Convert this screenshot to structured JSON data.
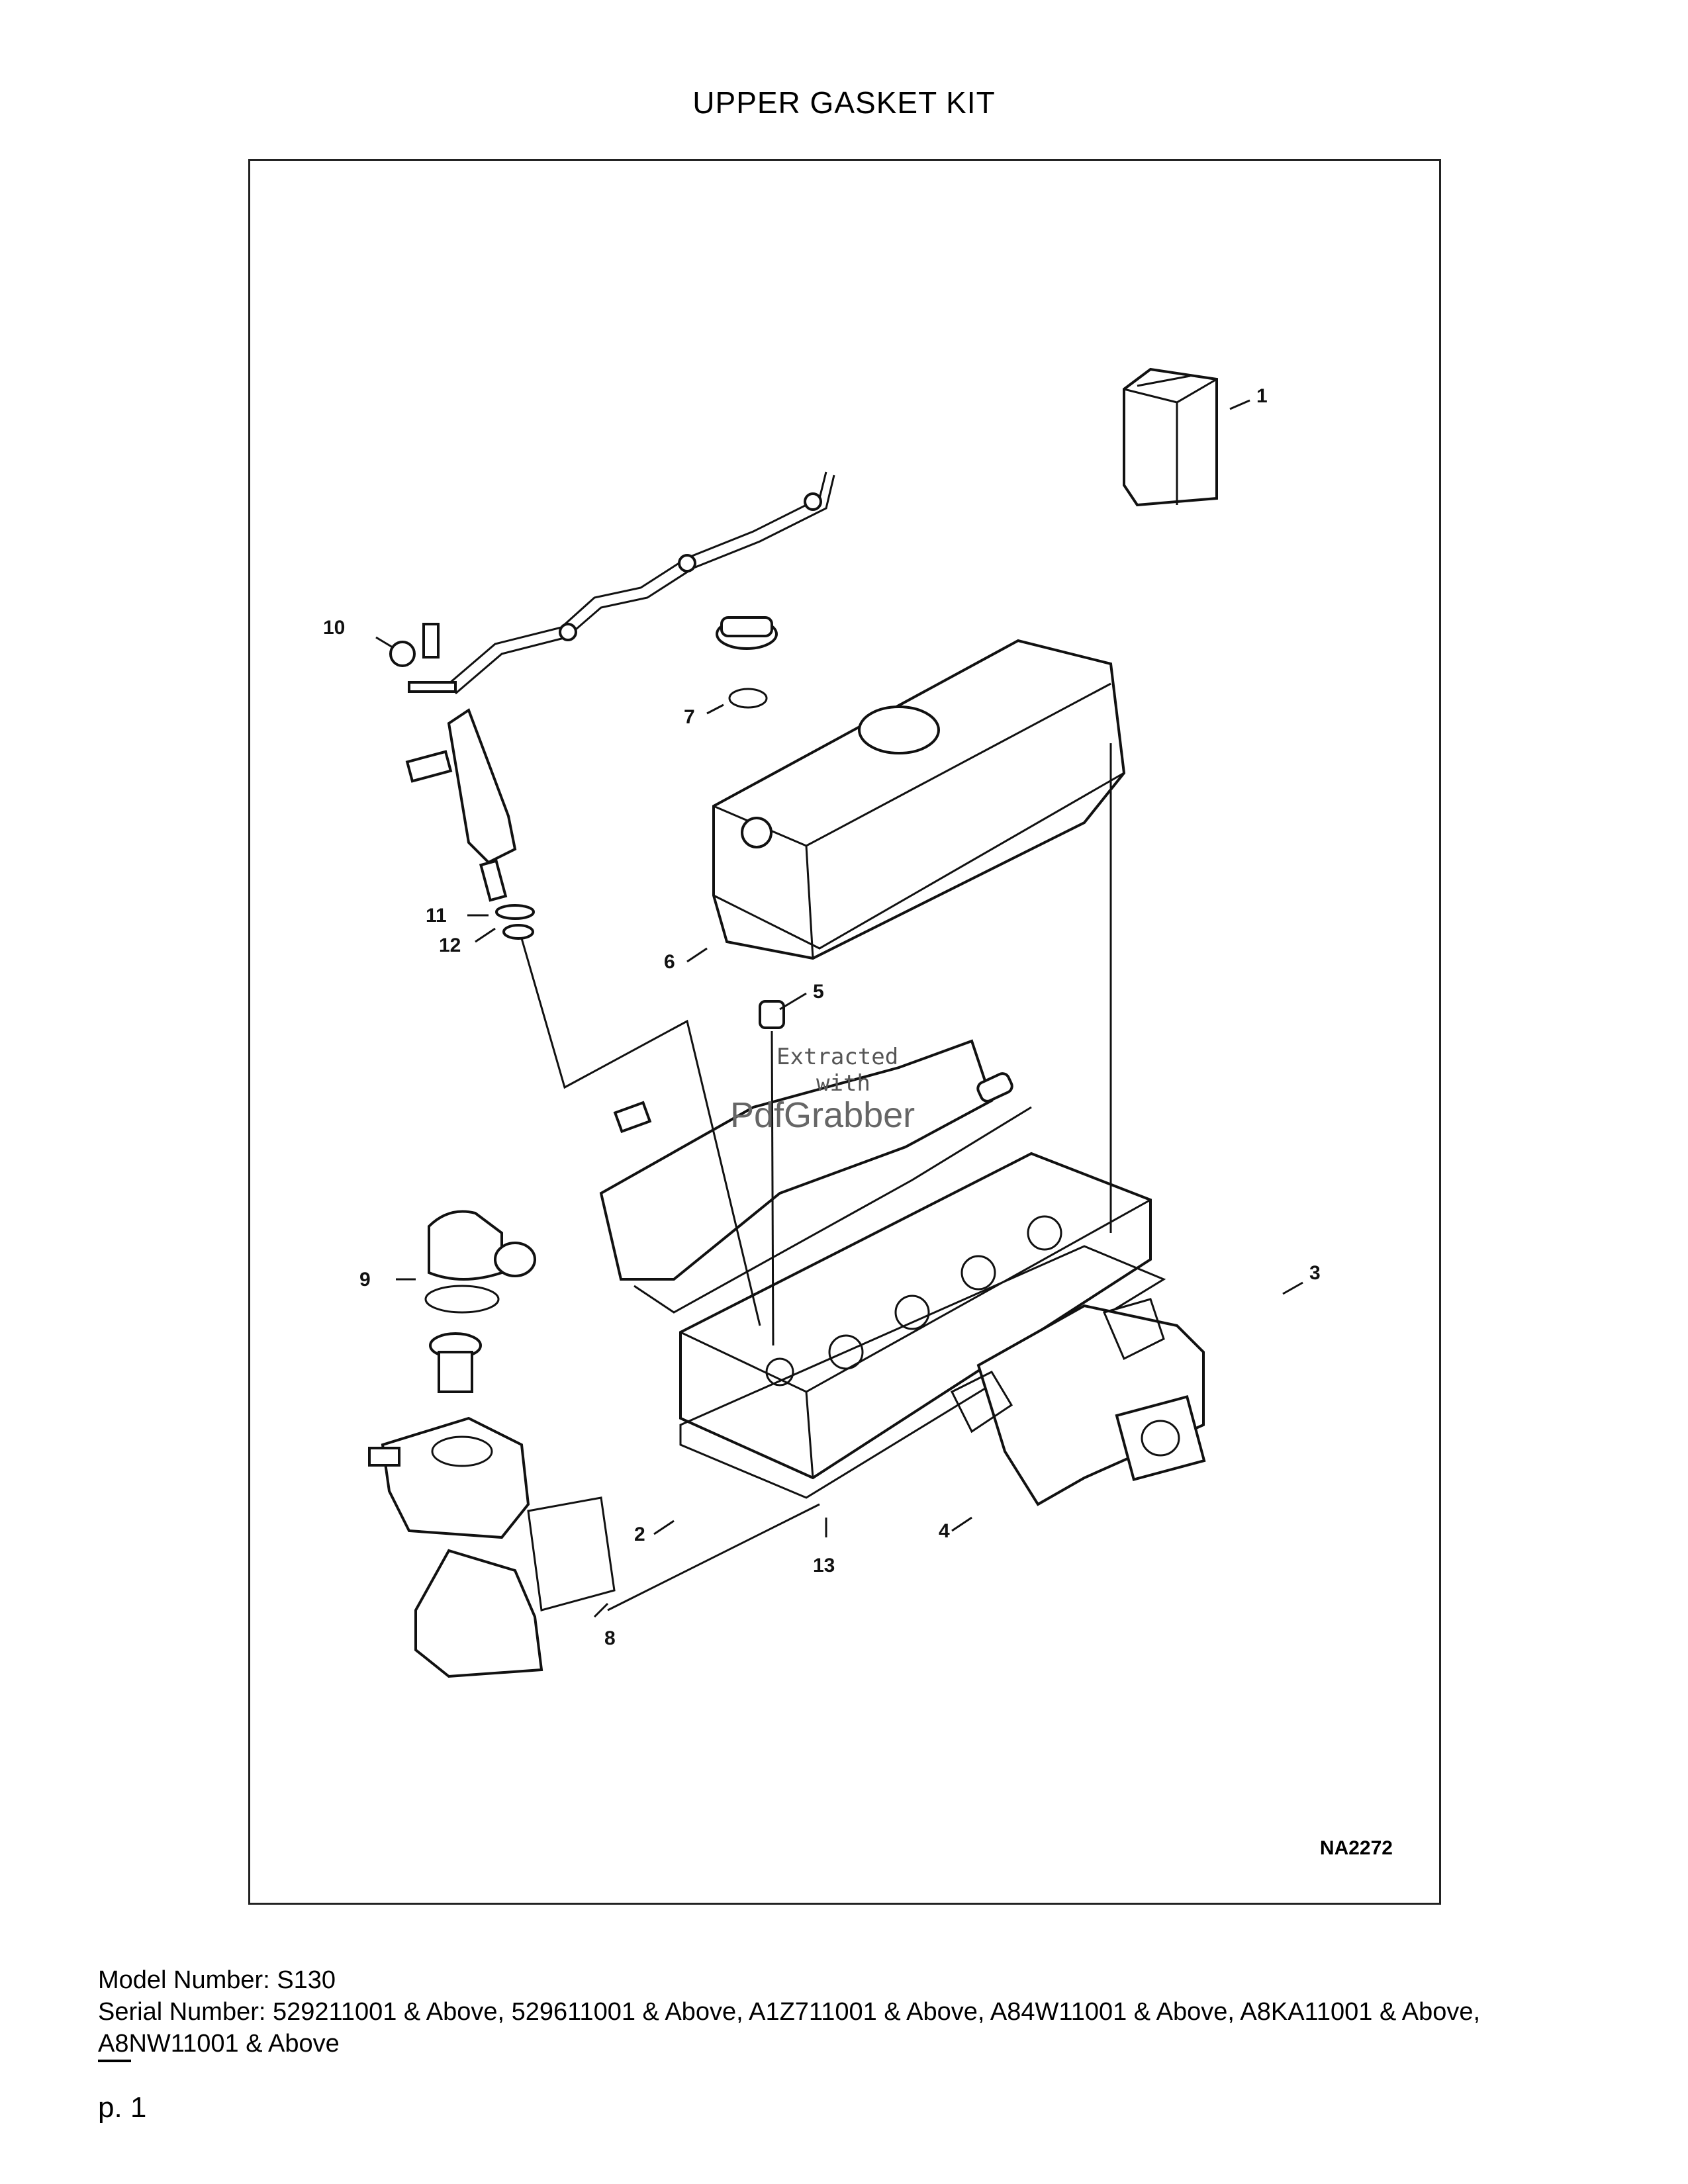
{
  "header": {
    "title": "UPPER GASKET KIT"
  },
  "figure": {
    "code": "NA2272",
    "callouts": [
      "1",
      "2",
      "3",
      "4",
      "5",
      "6",
      "7",
      "8",
      "9",
      "10",
      "11",
      "12",
      "13"
    ],
    "watermark": {
      "line1": "Extracted",
      "line2": "with",
      "line3": "PdfGrabber"
    }
  },
  "footer": {
    "model_label": "Model Number: S130",
    "serial_label": "Serial Number: 529211001 & Above, 529611001 & Above, A1Z711001 & Above, A84W11001 & Above, A8KA11001 & Above, A8NW11001 & Above",
    "page": "p. 1"
  }
}
